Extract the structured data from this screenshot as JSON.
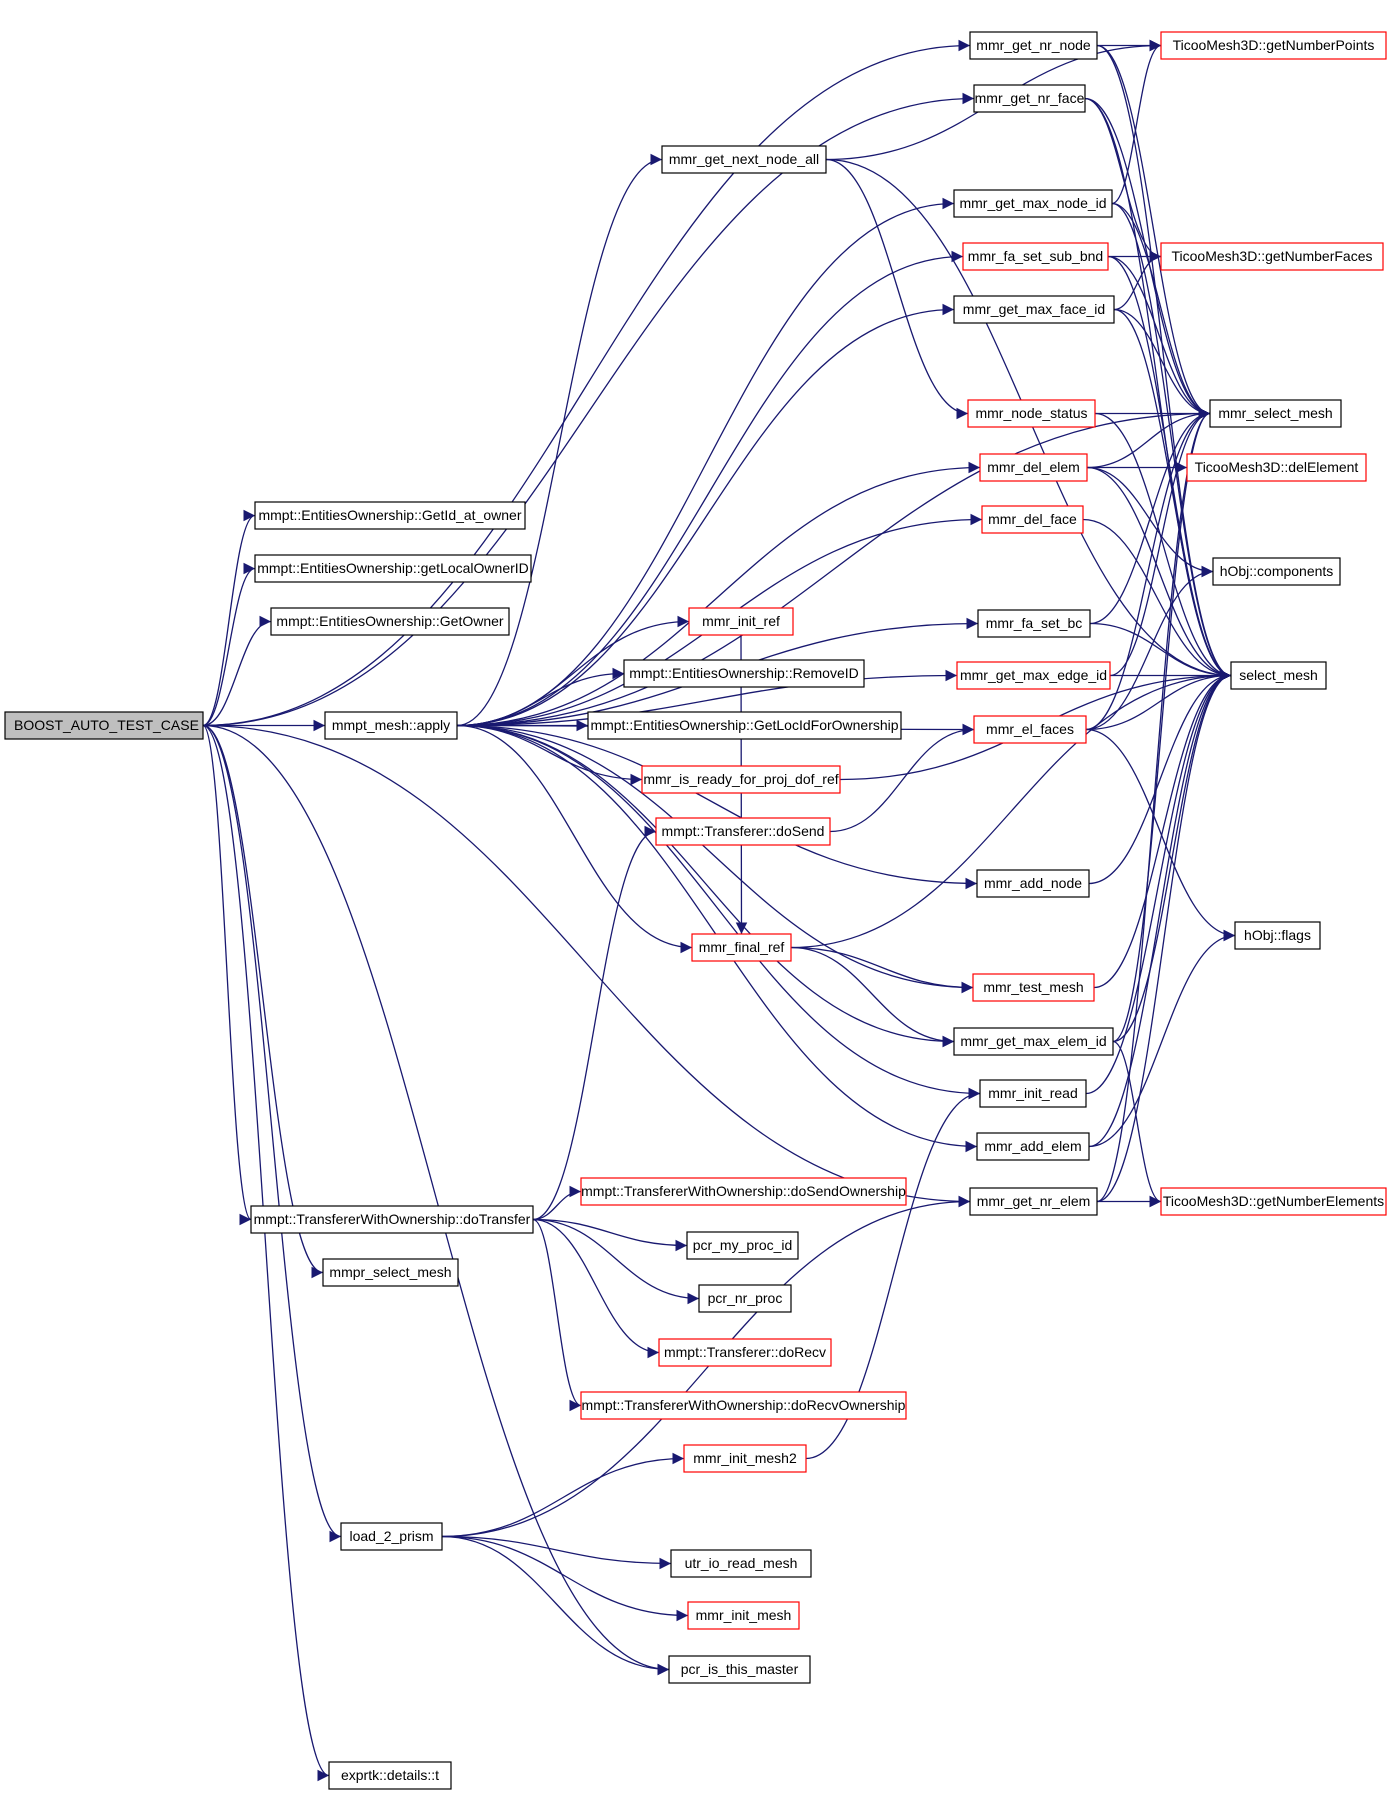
{
  "diagram": {
    "type": "call-graph",
    "edge_color": "#191970",
    "node_border_colors": {
      "documented": "#000000",
      "undocumented": "#ff0000"
    },
    "root_fill": "#bfbfbf",
    "nodes": {
      "root": "BOOST_AUTO_TEST_CASE",
      "apply": "mmpt_mesh::apply",
      "getid": "mmpt::EntitiesOwnership::GetId_at_owner",
      "localowner": "mmpt::EntitiesOwnership::getLocalOwnerID",
      "getowner": "mmpt::EntitiesOwnership::GetOwner",
      "removeid": "mmpt::EntitiesOwnership::RemoveID",
      "getlocid": "mmpt::EntitiesOwnership::GetLocIdForOwnership",
      "dotransfer": "mmpt::TransfererWithOwnership::doTransfer",
      "prselect": "mmpr_select_mesh",
      "load2prism": "load_2_prism",
      "exprtk": "exprtk::details::t",
      "nextnodeall": "mmr_get_next_node_all",
      "nrnode": "mmr_get_nr_node",
      "nrface": "mmr_get_nr_face",
      "maxnodeid": "mmr_get_max_node_id",
      "fasetsubbnd": "mmr_fa_set_sub_bnd",
      "maxfaceid": "mmr_get_max_face_id",
      "nodestatus": "mmr_node_status",
      "delelem": "mmr_del_elem",
      "delface": "mmr_del_face",
      "fasetbc": "mmr_fa_set_bc",
      "maxedgeid": "mmr_get_max_edge_id",
      "elfaces": "mmr_el_faces",
      "initref": "mmr_init_ref",
      "isready": "mmr_is_ready_for_proj_dof_ref",
      "dosend": "mmpt::Transferer::doSend",
      "addnode": "mmr_add_node",
      "finalref": "mmr_final_ref",
      "testmesh": "mmr_test_mesh",
      "maxelemid": "mmr_get_max_elem_id",
      "initread": "mmr_init_read",
      "addelem": "mmr_add_elem",
      "nrelem": "mmr_get_nr_elem",
      "dosendown": "mmpt::TransfererWithOwnership::doSendOwnership",
      "myprocid": "pcr_my_proc_id",
      "nrproc": "pcr_nr_proc",
      "dorecv": "mmpt::Transferer::doRecv",
      "dorecvown": "mmpt::TransfererWithOwnership::doRecvOwnership",
      "initmesh2": "mmr_init_mesh2",
      "utrread": "utr_io_read_mesh",
      "initmesh": "mmr_init_mesh",
      "ismaster": "pcr_is_this_master",
      "getnumpoints": "TicooMesh3D::getNumberPoints",
      "getnumfaces": "TicooMesh3D::getNumberFaces",
      "mmrselect": "mmr_select_mesh",
      "delelement": "TicooMesh3D::delElement",
      "components": "hObj::components",
      "selectmesh": "select_mesh",
      "flags": "hObj::flags",
      "getnumelems": "TicooMesh3D::getNumberElements"
    },
    "edges": [
      [
        "root",
        "nrnode"
      ],
      [
        "root",
        "nrface"
      ],
      [
        "root",
        "getid"
      ],
      [
        "root",
        "localowner"
      ],
      [
        "root",
        "getowner"
      ],
      [
        "root",
        "apply"
      ],
      [
        "root",
        "dotransfer"
      ],
      [
        "root",
        "prselect"
      ],
      [
        "root",
        "load2prism"
      ],
      [
        "root",
        "exprtk"
      ],
      [
        "root",
        "ismaster"
      ],
      [
        "root",
        "nrelem"
      ],
      [
        "apply",
        "nextnodeall"
      ],
      [
        "apply",
        "maxnodeid"
      ],
      [
        "apply",
        "fasetsubbnd"
      ],
      [
        "apply",
        "maxfaceid"
      ],
      [
        "apply",
        "delelem"
      ],
      [
        "apply",
        "delface"
      ],
      [
        "apply",
        "fasetbc"
      ],
      [
        "apply",
        "maxedgeid"
      ],
      [
        "apply",
        "elfaces"
      ],
      [
        "apply",
        "initref"
      ],
      [
        "apply",
        "removeid"
      ],
      [
        "apply",
        "getlocid"
      ],
      [
        "apply",
        "isready"
      ],
      [
        "apply",
        "addnode"
      ],
      [
        "apply",
        "finalref"
      ],
      [
        "apply",
        "testmesh"
      ],
      [
        "apply",
        "maxelemid"
      ],
      [
        "apply",
        "initread"
      ],
      [
        "apply",
        "addelem"
      ],
      [
        "apply",
        "mmrselect"
      ],
      [
        "nextnodeall",
        "getnumpoints"
      ],
      [
        "nextnodeall",
        "nodestatus"
      ],
      [
        "nextnodeall",
        "selectmesh"
      ],
      [
        "nrnode",
        "getnumpoints"
      ],
      [
        "nrnode",
        "mmrselect"
      ],
      [
        "nrnode",
        "selectmesh"
      ],
      [
        "nrface",
        "getnumfaces"
      ],
      [
        "nrface",
        "mmrselect"
      ],
      [
        "nrface",
        "selectmesh"
      ],
      [
        "maxnodeid",
        "getnumpoints"
      ],
      [
        "maxnodeid",
        "mmrselect"
      ],
      [
        "maxnodeid",
        "selectmesh"
      ],
      [
        "fasetsubbnd",
        "getnumfaces"
      ],
      [
        "fasetsubbnd",
        "mmrselect"
      ],
      [
        "fasetsubbnd",
        "selectmesh"
      ],
      [
        "maxfaceid",
        "getnumfaces"
      ],
      [
        "maxfaceid",
        "mmrselect"
      ],
      [
        "maxfaceid",
        "selectmesh"
      ],
      [
        "nodestatus",
        "mmrselect"
      ],
      [
        "nodestatus",
        "selectmesh"
      ],
      [
        "delelem",
        "delelement"
      ],
      [
        "delelem",
        "components"
      ],
      [
        "delelem",
        "mmrselect"
      ],
      [
        "delelem",
        "selectmesh"
      ],
      [
        "delface",
        "selectmesh"
      ],
      [
        "fasetbc",
        "mmrselect"
      ],
      [
        "fasetbc",
        "selectmesh"
      ],
      [
        "maxedgeid",
        "selectmesh"
      ],
      [
        "maxedgeid",
        "mmrselect"
      ],
      [
        "elfaces",
        "selectmesh"
      ],
      [
        "elfaces",
        "components"
      ],
      [
        "elfaces",
        "flags"
      ],
      [
        "elfaces",
        "mmrselect"
      ],
      [
        "initref",
        "finalref"
      ],
      [
        "isready",
        "selectmesh"
      ],
      [
        "dosend",
        "elfaces"
      ],
      [
        "addnode",
        "selectmesh"
      ],
      [
        "finalref",
        "testmesh"
      ],
      [
        "finalref",
        "maxelemid"
      ],
      [
        "finalref",
        "selectmesh"
      ],
      [
        "testmesh",
        "selectmesh"
      ],
      [
        "maxelemid",
        "getnumelems"
      ],
      [
        "maxelemid",
        "mmrselect"
      ],
      [
        "maxelemid",
        "selectmesh"
      ],
      [
        "initread",
        "selectmesh"
      ],
      [
        "addelem",
        "selectmesh"
      ],
      [
        "addelem",
        "flags"
      ],
      [
        "nrelem",
        "getnumelems"
      ],
      [
        "nrelem",
        "mmrselect"
      ],
      [
        "nrelem",
        "selectmesh"
      ],
      [
        "dotransfer",
        "dosend"
      ],
      [
        "dotransfer",
        "dosendown"
      ],
      [
        "dotransfer",
        "myprocid"
      ],
      [
        "dotransfer",
        "nrproc"
      ],
      [
        "dotransfer",
        "dorecv"
      ],
      [
        "dotransfer",
        "dorecvown"
      ],
      [
        "load2prism",
        "initmesh2"
      ],
      [
        "load2prism",
        "nrelem"
      ],
      [
        "load2prism",
        "utrread"
      ],
      [
        "load2prism",
        "initmesh"
      ],
      [
        "load2prism",
        "ismaster"
      ],
      [
        "initmesh2",
        "initread"
      ]
    ]
  }
}
